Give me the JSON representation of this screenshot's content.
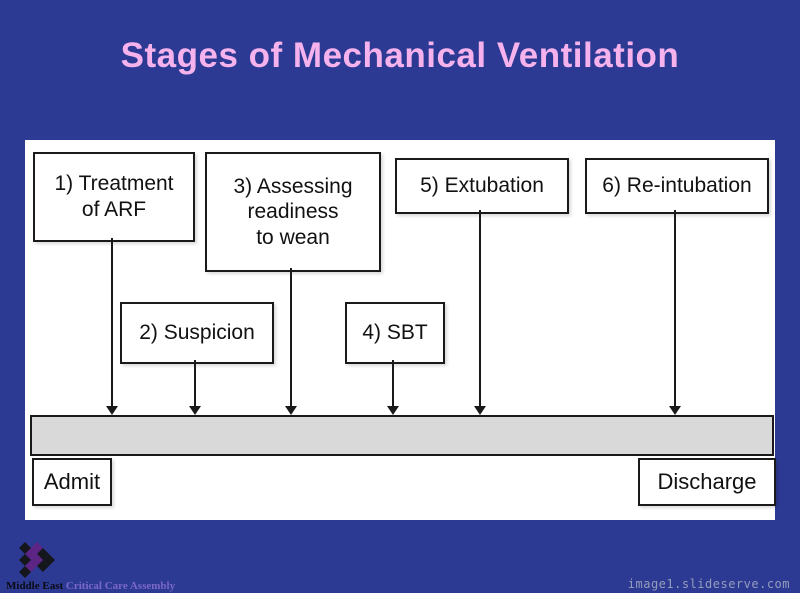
{
  "title": "Stages of Mechanical Ventilation",
  "diagram": {
    "boxes": [
      {
        "id": 1,
        "label": "1) Treatment\nof ARF"
      },
      {
        "id": 2,
        "label": "2) Suspicion"
      },
      {
        "id": 3,
        "label": "3) Assessing\nreadiness\nto wean"
      },
      {
        "id": 4,
        "label": "4) SBT"
      },
      {
        "id": 5,
        "label": "5) Extubation"
      },
      {
        "id": 6,
        "label": "6) Re-intubation"
      }
    ],
    "timeline": {
      "start_label": "Admit",
      "end_label": "Discharge"
    }
  },
  "footer": {
    "logo": {
      "text_primary": "Middle East",
      "text_secondary": "Critical Care Assembly"
    },
    "watermark": "image1.slideserve.com"
  },
  "colors": {
    "background": "#2d3a94",
    "title_text": "#f5b2ec",
    "timeline_fill": "#d9d9d9",
    "box_border": "#1a1a1a"
  }
}
